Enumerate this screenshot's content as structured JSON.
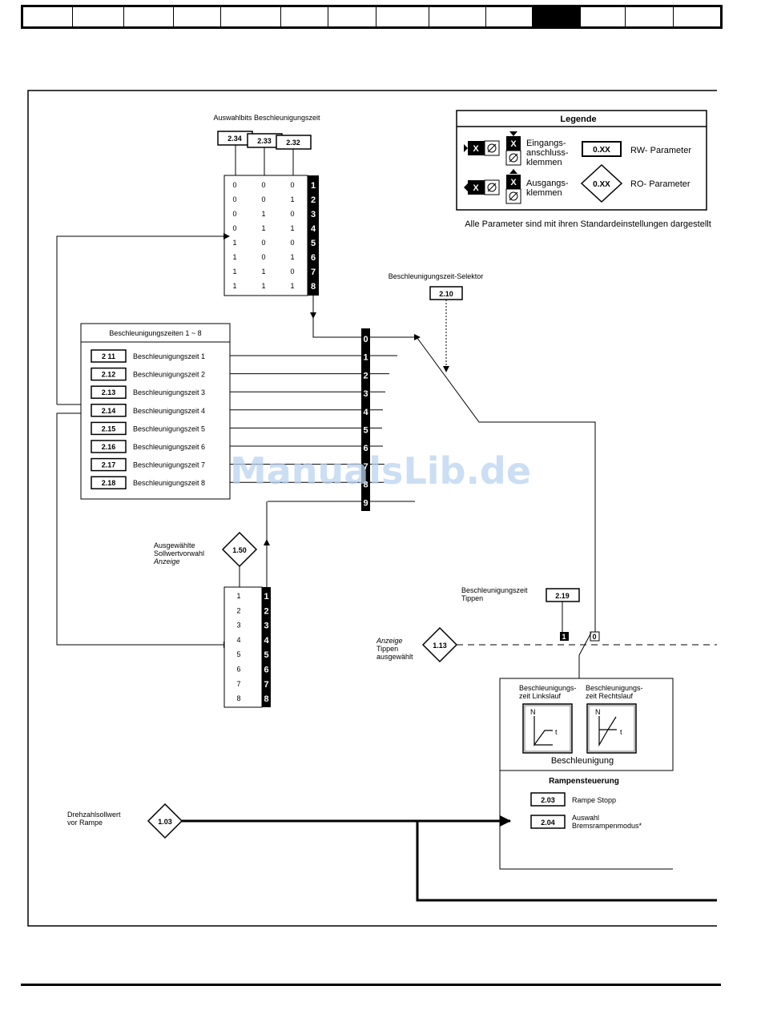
{
  "header": {
    "tab_count": 14,
    "active_tab_index": 10
  },
  "legend": {
    "title": "Legende",
    "x_symbol": "X",
    "input_label": "Eingangs-\nanschluss-\nklemmen",
    "output_label": "Ausgangs-\nklemmen",
    "rw_symbol": "0.XX",
    "rw_label": "RW- Parameter",
    "ro_symbol": "0.XX",
    "ro_label": "RO- Parameter",
    "note": "Alle Parameter sind mit ihren Standardeinstellungen dargestellt"
  },
  "select_bits": {
    "title": "Auswahlbits Beschleunigungszeit",
    "params": [
      "2.34",
      "2.33",
      "2.32"
    ],
    "rows": [
      {
        "bits": [
          "0",
          "0",
          "0"
        ],
        "out": "1"
      },
      {
        "bits": [
          "0",
          "0",
          "1"
        ],
        "out": "2"
      },
      {
        "bits": [
          "0",
          "1",
          "0"
        ],
        "out": "3"
      },
      {
        "bits": [
          "0",
          "1",
          "1"
        ],
        "out": "4"
      },
      {
        "bits": [
          "1",
          "0",
          "0"
        ],
        "out": "5"
      },
      {
        "bits": [
          "1",
          "0",
          "1"
        ],
        "out": "6"
      },
      {
        "bits": [
          "1",
          "1",
          "0"
        ],
        "out": "7"
      },
      {
        "bits": [
          "1",
          "1",
          "1"
        ],
        "out": "8"
      }
    ]
  },
  "selector": {
    "title": "Beschleunigungszeit-Selektor",
    "param": "2.10",
    "positions": [
      "0",
      "1",
      "2",
      "3",
      "4",
      "5",
      "6",
      "7",
      "8",
      "9"
    ]
  },
  "accel_times": {
    "title": "Beschleunigungszeiten 1 ~ 8",
    "items": [
      {
        "param": "2 11",
        "label": "Beschleunigungszeit 1"
      },
      {
        "param": "2.12",
        "label": "Beschleunigungszeit 2"
      },
      {
        "param": "2.13",
        "label": "Beschleunigungszeit 3"
      },
      {
        "param": "2.14",
        "label": "Beschleunigungszeit 4"
      },
      {
        "param": "2.15",
        "label": "Beschleunigungszeit 5"
      },
      {
        "param": "2.16",
        "label": "Beschleunigungszeit 6"
      },
      {
        "param": "2.17",
        "label": "Beschleunigungszeit 7"
      },
      {
        "param": "2.18",
        "label": "Beschleunigungszeit 8"
      }
    ]
  },
  "preset": {
    "label_line1": "Ausgewählte",
    "label_line2": "Sollwertvorwahl",
    "label_line3": "Anzeige",
    "param": "1.50",
    "rows": [
      {
        "in": "1",
        "out": "1"
      },
      {
        "in": "2",
        "out": "2"
      },
      {
        "in": "3",
        "out": "3"
      },
      {
        "in": "4",
        "out": "4"
      },
      {
        "in": "5",
        "out": "5"
      },
      {
        "in": "6",
        "out": "6"
      },
      {
        "in": "7",
        "out": "7"
      },
      {
        "in": "8",
        "out": "8"
      }
    ]
  },
  "jog": {
    "label_line1": "Beschleunigungszeit",
    "label_line2": "Tippen",
    "param": "2.19",
    "switch_on": "1",
    "switch_off": "0",
    "ind_line1": "Anzeige",
    "ind_line2": "Tippen",
    "ind_line3": "ausgewählt",
    "ind_param": "1.13"
  },
  "accel_block": {
    "left_line1": "Beschleunigungs-",
    "left_line2": "zeit Linkslauf",
    "right_line1": "Beschleunigungs-",
    "right_line2": "zeit Rechtslauf",
    "axis_n": "N",
    "axis_t": "t",
    "caption": "Beschleunigung"
  },
  "ramp_control": {
    "title": "Rampensteuerung",
    "items": [
      {
        "param": "2.03",
        "line1": "Rampe Stopp",
        "line2": ""
      },
      {
        "param": "2.04",
        "line1": "Auswahl",
        "line2": "Bremsrampenmodus*"
      }
    ]
  },
  "speed_ref": {
    "line1": "Drehzahlsollwert",
    "line2": "vor Rampe",
    "param": "1.03"
  },
  "watermark": "ManualsLib.de"
}
